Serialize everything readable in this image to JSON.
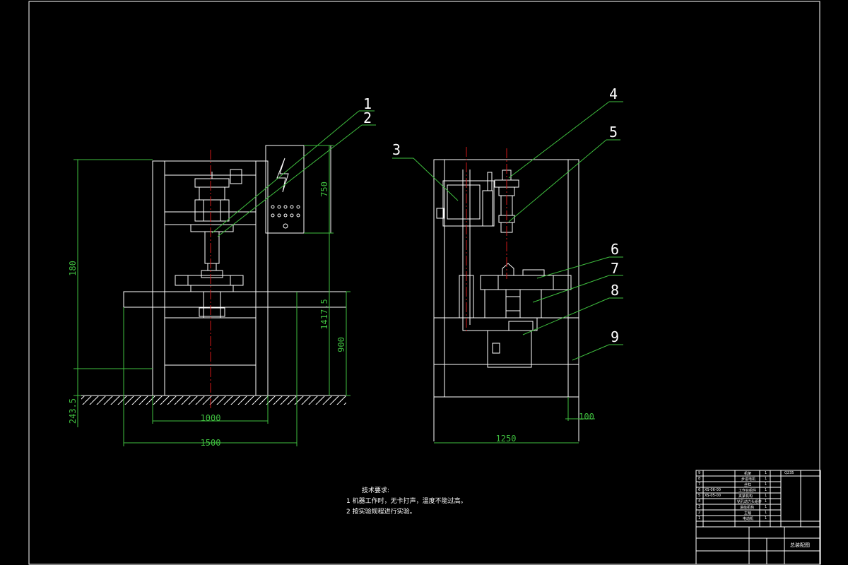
{
  "dimensions": {
    "left_height": "180",
    "left_cabinet_height": "750",
    "left_total_height": "1417.5",
    "left_table_height": "900",
    "left_base": "243.5",
    "left_width_inner": "1000",
    "left_width_outer": "1500",
    "right_width": "1250",
    "right_base": "100"
  },
  "balloons": [
    "1",
    "2",
    "3",
    "4",
    "5",
    "6",
    "7",
    "8",
    "9"
  ],
  "notes": {
    "title": "技术要求:",
    "items": [
      "1 机器工作时，无卡打声，温度不能过高。",
      "2 按实验规程进行实验。"
    ]
  },
  "title_block": {
    "rows": [
      {
        "no": "9",
        "code": "",
        "name": "机架",
        "qty": "1"
      },
      {
        "no": "8",
        "code": "",
        "name": "步进电机",
        "qty": "1"
      },
      {
        "no": "7",
        "code": "",
        "name": "丝杠",
        "qty": "1"
      },
      {
        "no": "6",
        "code": "XS-06-00",
        "name": "工作台组件",
        "qty": "1"
      },
      {
        "no": "5",
        "code": "XS-05-00",
        "name": "夹紧机构",
        "qty": "1"
      },
      {
        "no": "4",
        "code": "",
        "name": "钻孔动力头组件",
        "qty": "1"
      },
      {
        "no": "3",
        "code": "",
        "name": "进给机构",
        "qty": "1"
      },
      {
        "no": "2",
        "code": "",
        "name": "主轴",
        "qty": "1"
      },
      {
        "no": "1",
        "code": "",
        "name": "电动机",
        "qty": "1"
      }
    ],
    "material_label": "Q235",
    "drawing_title": "总装配图"
  },
  "colors": {
    "background": "#000000",
    "lines": "#ffffff",
    "dimensions": "#3fbf3f",
    "centerline": "#d01818",
    "leaders": "#3fbf3f"
  }
}
